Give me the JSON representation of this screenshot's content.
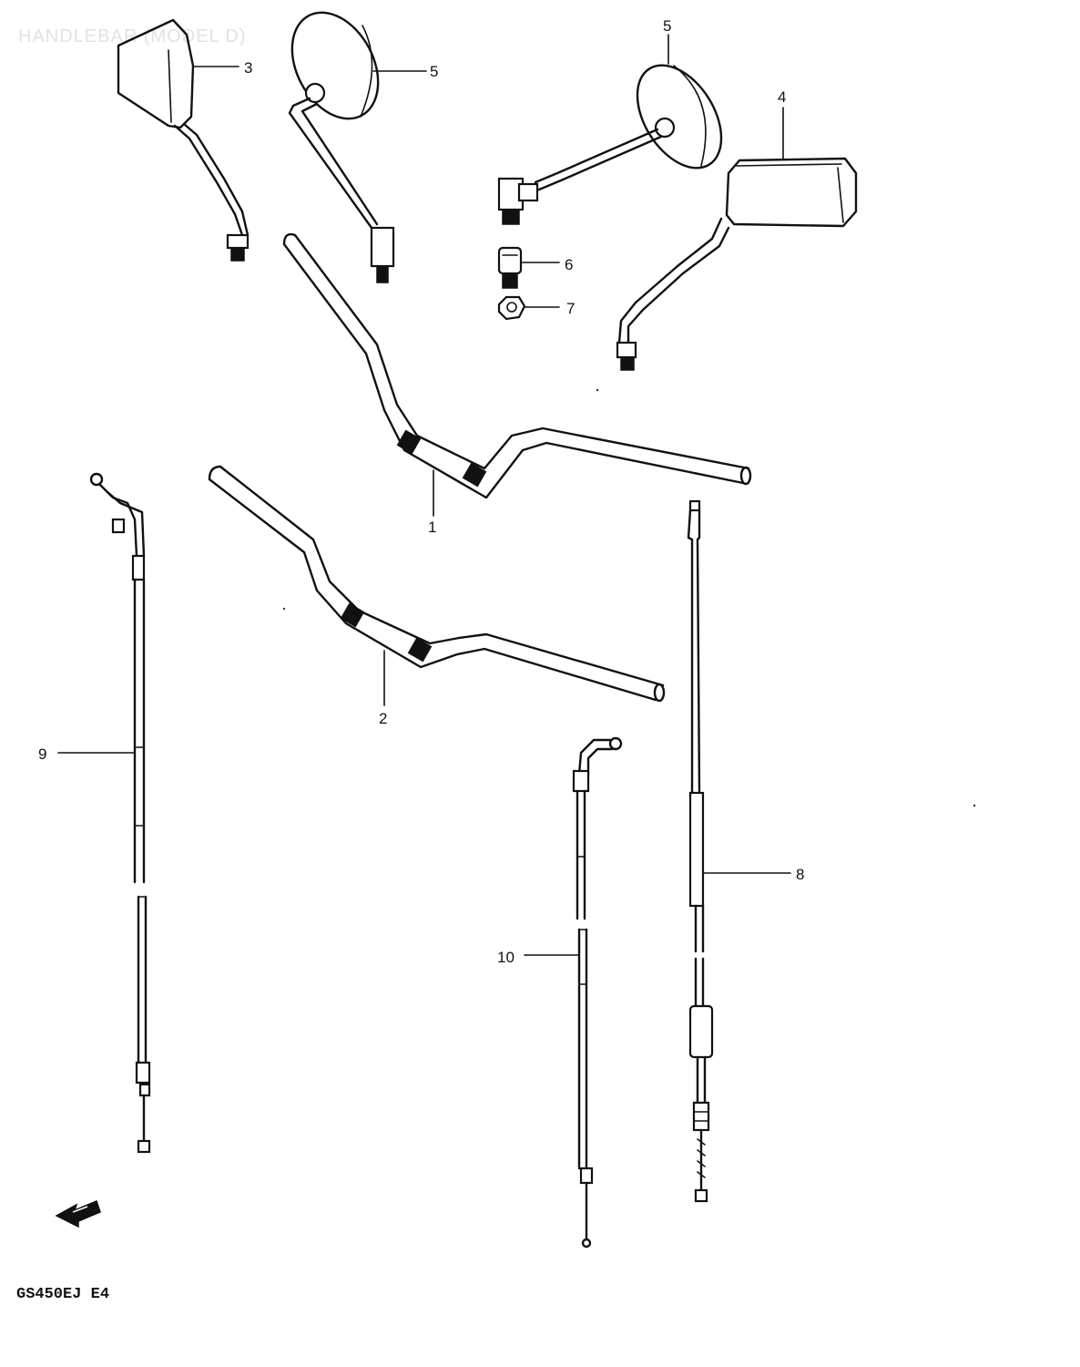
{
  "header": {
    "watermark": "HANDLEBAR (MODEL D)"
  },
  "callouts": {
    "c1": "1",
    "c2": "2",
    "c3": "3",
    "c4": "4",
    "c5a": "5",
    "c5b": "5",
    "c6": "6",
    "c7": "7",
    "c8": "8",
    "c9": "9",
    "c10": "10"
  },
  "footer": {
    "model_code": "GS450EJ E4"
  },
  "icons": {
    "front_arrow": "arrow-fwd-icon"
  },
  "colors": {
    "ink": "#111111",
    "paper": "#ffffff"
  }
}
